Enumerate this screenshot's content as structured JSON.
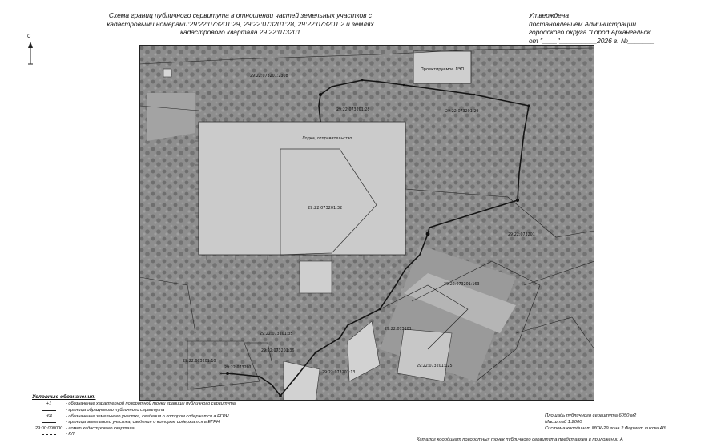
{
  "title": {
    "line1": "Схема границ  публичного  сервитута в отношении частей земельных участков с",
    "line2": "кадастровыми номерами:29:22:073201:29, 29:22:073201:28, 29:22:073201:2 и землях",
    "line3": "кадастрового квартала 29:22:073201"
  },
  "approval": {
    "line1": "Утверждена",
    "line2": "постановлением Администрации",
    "line3": "городского округа \"Город Архангельск",
    "line4": "от \"____\"__________2026 г. №_______"
  },
  "north": {
    "letter": "С"
  },
  "map": {
    "labels": {
      "parcel_top_left": "29:22:073201:2308",
      "parcel_top_mid": "29:22:073201:28",
      "parcel_right_top": "29:22:073201:29",
      "projected": "Проектируемое ЛЭП",
      "road_label": "Лодка, отправительство",
      "parcel_center": "29:22:073201:32",
      "parcel_right_mid": "29:22:073201",
      "parcel_mid_right": "29:22:073201:163",
      "parcel_quarter": "29:22:073201",
      "parcel_b1": "29:22:073201:35",
      "parcel_b2": "29:22:073201:36",
      "parcel_b3": "29:22:073201",
      "parcel_b4": "29:22:073201:13",
      "parcel_b5": "29:22:073201:125",
      "parcel_bl": "29:22:073201:10"
    },
    "colors": {
      "paper": "#ffffff",
      "aerial": "#8c8c8c",
      "forest": "#6a6a6a",
      "building": "#c4c4c4",
      "route": "#1a1a1a"
    }
  },
  "legend": {
    "title": "Условные обозначения:",
    "items": [
      {
        "symbol": "+1",
        "text": "- обозначение характерной поворотной точки границы публичного сервитута"
      },
      {
        "symbol": "",
        "text": "- граница образуемого публичного сервитута"
      },
      {
        "symbol": ":64",
        "text": "- обозначение земельного участка, сведения о котором содержатся в ЕГРН"
      },
      {
        "symbol": "",
        "text": "- граница земельного участка, сведения о котором содержатся в ЕГРН"
      },
      {
        "symbol": "29:00:000000",
        "text": "- номер кадастрового квартала"
      },
      {
        "symbol": "",
        "text": "- КЛ"
      }
    ]
  },
  "info": {
    "area": "Площадь публичного сервитута 6050  м2",
    "scale": "Масштаб 1:2000",
    "system": "Система координат МСК-29 зона 2  Формат листа А3"
  },
  "footnote": "Каталог координат поворотных точек публичного сервитута представлен в приложении А"
}
